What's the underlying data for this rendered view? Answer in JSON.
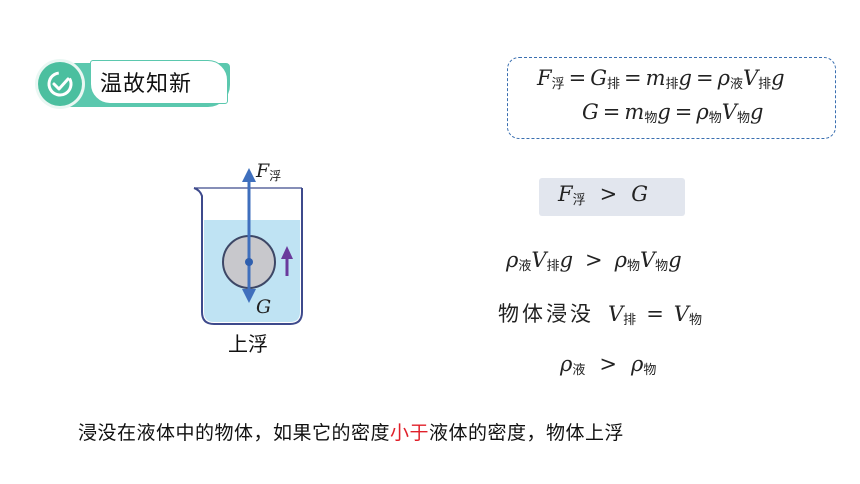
{
  "section_title": "温故知新",
  "formula": {
    "line1": {
      "f": "F",
      "f_sub": "浮",
      "eq1": "=",
      "g": "G",
      "g_sub": "排",
      "eq2": "=",
      "m": "m",
      "m_sub": "排",
      "g2": "g",
      "eq3": "=",
      "rho": "ρ",
      "rho_sub": "液",
      "v": "V",
      "v_sub": "排",
      "g3": "g"
    },
    "line2": {
      "g": "G",
      "eq1": "=",
      "m": "m",
      "m_sub": "物",
      "g2": "g",
      "eq2": "=",
      "rho": "ρ",
      "rho_sub": "物",
      "v": "V",
      "v_sub": "物",
      "g3": "g"
    }
  },
  "comparison": {
    "f": "F",
    "f_sub": "浮",
    "op": ">",
    "g": "G"
  },
  "density_weight": {
    "rho_l": "ρ",
    "rho_l_sub": "液",
    "v_l": "V",
    "v_l_sub": "排",
    "g_l": "g",
    "op": ">",
    "rho_r": "ρ",
    "rho_r_sub": "物",
    "v_r": "V",
    "v_r_sub": "物",
    "g_r": "g"
  },
  "submerged": {
    "label": "物体浸没",
    "v_l": "V",
    "v_l_sub": "排",
    "op": "=",
    "v_r": "V",
    "v_r_sub": "物"
  },
  "density_compare": {
    "rho_l": "ρ",
    "rho_l_sub": "液",
    "op": ">",
    "rho_r": "ρ",
    "rho_r_sub": "物"
  },
  "diagram": {
    "force_up_label": "F",
    "force_up_sub": "浮",
    "force_down_label": "G",
    "caption": "上浮"
  },
  "conclusion": {
    "before": "浸没在液体中的物体，如果它的密度",
    "highlight": "小于",
    "after": "液体的密度，物体上浮"
  },
  "colors": {
    "accent_green": "#4bbf9f",
    "formula_border": "#3a6fb0",
    "water": "#bfe3f3",
    "arrow_blue": "#3f6fbd",
    "arrow_purple": "#6a3a9c",
    "highlight_red": "#e0202a"
  }
}
